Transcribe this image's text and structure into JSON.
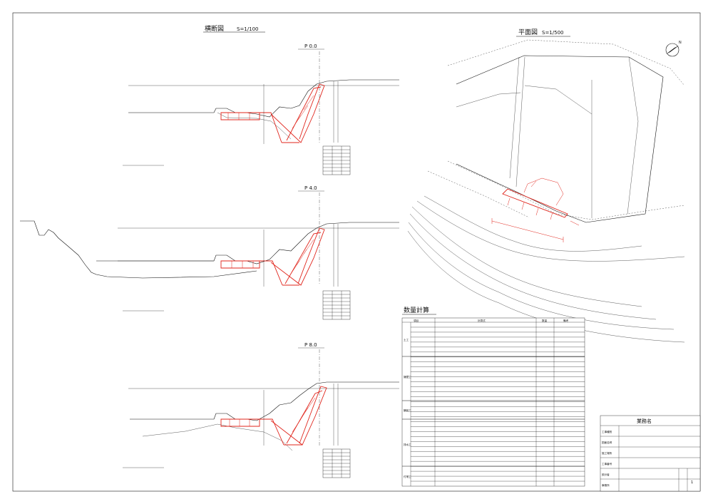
{
  "sheet": {
    "colors": {
      "ink": "#111111",
      "design": "#e0241b",
      "paper": "#ffffff"
    }
  },
  "cross_section": {
    "title": "横断図",
    "scale": "S=1/100",
    "profiles": [
      {
        "id": "P0.0",
        "label": "P 0.0"
      },
      {
        "id": "P4.0",
        "label": "P 4.0"
      },
      {
        "id": "P8.0",
        "label": "P 8.0"
      }
    ]
  },
  "plan_view": {
    "title": "平面図",
    "scale": "S=1/500",
    "north_icon": "north-arrow-icon"
  },
  "quantity": {
    "title": "数量計算",
    "columns": [
      "項目",
      "計算式",
      "数量",
      "備考"
    ],
    "groups": [
      {
        "name": "土工",
        "rows": 7
      },
      {
        "name": "擁壁工",
        "rows": 10
      },
      {
        "name": "舗装工",
        "rows": 3
      },
      {
        "name": "排水工",
        "rows": 10
      },
      {
        "name": "付帯工",
        "rows": 3
      }
    ]
  },
  "title_block": {
    "header": "業務名",
    "rows": [
      {
        "key": "工事種別",
        "value": ""
      },
      {
        "key": "図面名称",
        "value": ""
      },
      {
        "key": "施工場所",
        "value": ""
      },
      {
        "key": "工事番号",
        "value": ""
      },
      {
        "key": "設計者",
        "value": ""
      },
      {
        "key": "事務所",
        "value": ""
      }
    ],
    "page_no": "1"
  }
}
